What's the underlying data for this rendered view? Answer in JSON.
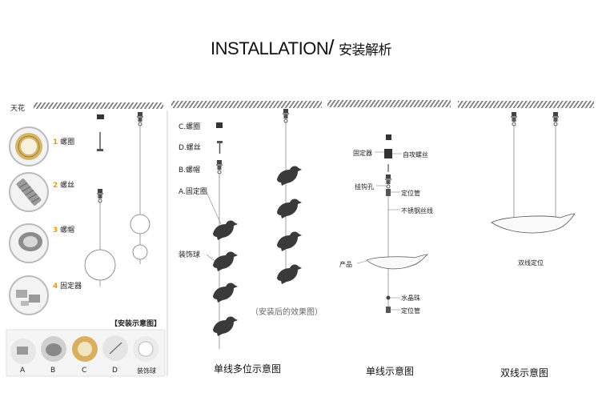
{
  "header": {
    "title_en": "INSTALLATION",
    "title_cn": "安装解析"
  },
  "panel1": {
    "ceiling_label": "天花",
    "parts": [
      {
        "num": "1",
        "label": "螺圈"
      },
      {
        "num": "2",
        "label": "螺丝"
      },
      {
        "num": "3",
        "label": "螺帽"
      },
      {
        "num": "4",
        "label": "固定器"
      }
    ],
    "box_title": "【安装示意图】",
    "thumbs": [
      "A",
      "B",
      "C",
      "D",
      "装饰球"
    ]
  },
  "panel2": {
    "labels": [
      "C.螺圈",
      "D.螺丝",
      "B.螺帽",
      "A.固定圈",
      "装饰球"
    ],
    "note": "（安装后的效果图）",
    "caption": "单线多位示意图"
  },
  "panel3": {
    "labels": [
      "固定器",
      "自攻螺丝",
      "挂钩孔",
      "定位管",
      "不锈钢丝线",
      "产品",
      "水晶珠",
      "定位管"
    ],
    "caption": "单线示意图"
  },
  "panel4": {
    "label": "双线定位",
    "caption": "双线示意图"
  },
  "colors": {
    "ceiling": "#8a8a8a",
    "bird": "#3a3a3a",
    "accent": "#e39b1b"
  }
}
